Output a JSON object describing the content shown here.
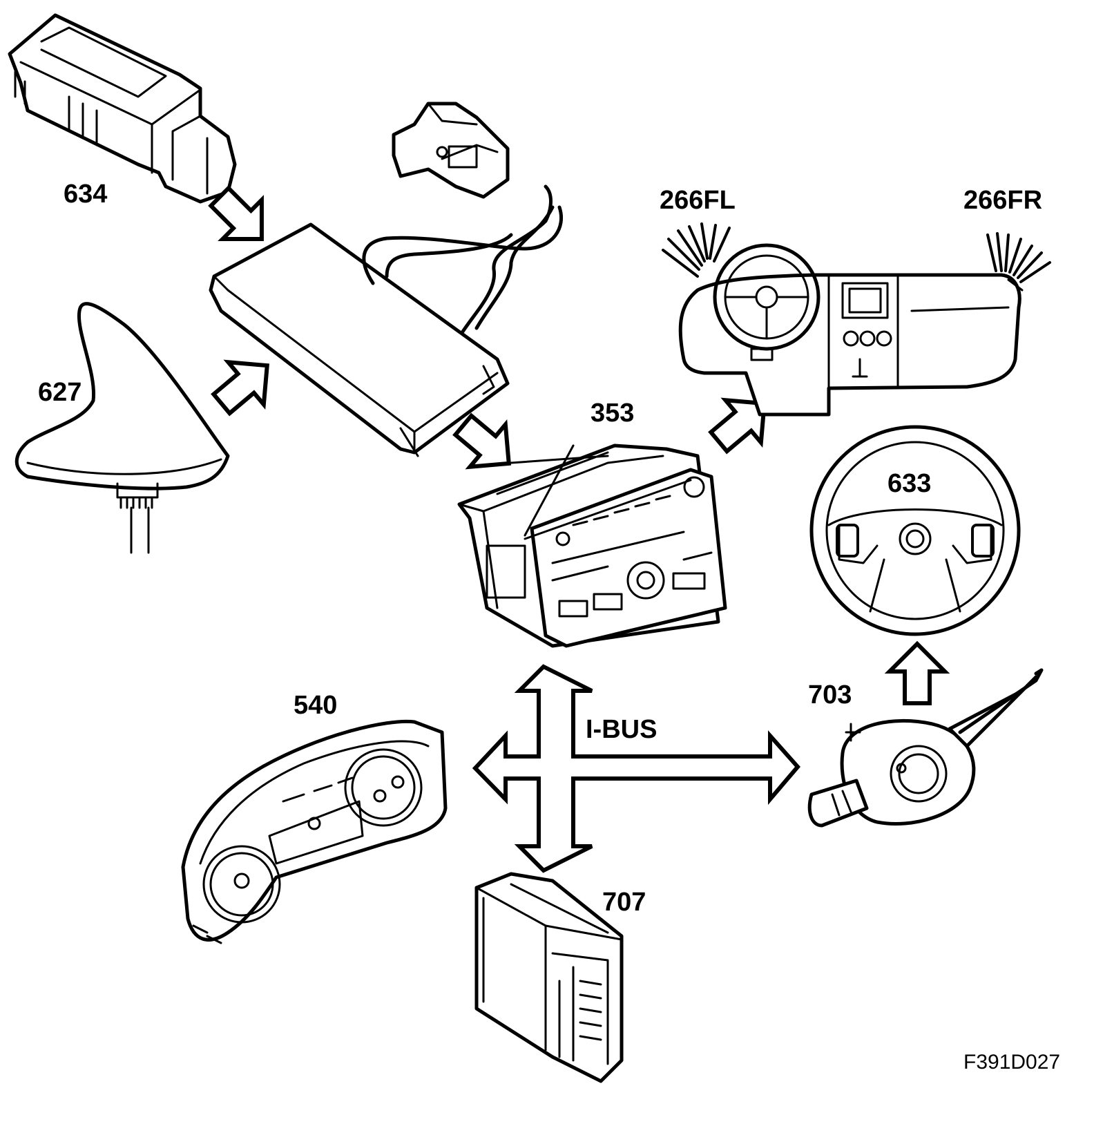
{
  "colors": {
    "line": "#000000",
    "background": "#ffffff"
  },
  "components": {
    "c634": "634",
    "c627": "627",
    "c353": "353",
    "c266fl": "266FL",
    "c266fr": "266FR",
    "c633": "633",
    "c703": "703",
    "c540": "540",
    "c707": "707"
  },
  "bus_label": "I-BUS",
  "figure_id": "F391D027"
}
